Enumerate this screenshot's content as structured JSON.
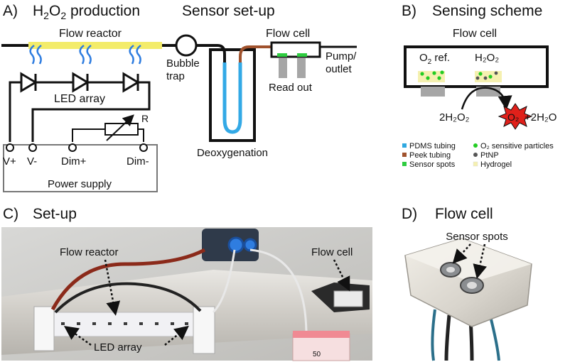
{
  "panels": {
    "a": {
      "letter": "A)",
      "title_prefix": "H",
      "title_sub1": "2",
      "title_mid": "O",
      "title_sub2": "2",
      "title_suffix": " production"
    },
    "sensor": {
      "title": "Sensor set-up"
    },
    "b": {
      "letter": "B)",
      "title": "Sensing scheme"
    },
    "c": {
      "letter": "C)",
      "title": "Set-up"
    },
    "d": {
      "letter": "D)",
      "title": "Flow cell"
    }
  },
  "labels_a": {
    "flow_reactor": "Flow reactor",
    "led_array": "LED array",
    "bubble_trap_1": "Bubble",
    "bubble_trap_2": "trap",
    "flow_cell": "Flow cell",
    "pump_1": "Pump/",
    "pump_2": "outlet",
    "read_out": "Read out",
    "deoxygenation": "Deoxygenation",
    "r": "R",
    "v_plus": "V+",
    "v_minus": "V-",
    "dim_plus": "Dim+",
    "dim_minus": "Dim-",
    "power_supply": "Power supply"
  },
  "labels_b": {
    "flow_cell": "Flow cell",
    "o2_ref_1": "O",
    "o2_ref_sub": "2",
    "o2_ref_2": " ref.",
    "h2o2": "H₂O₂",
    "reaction_left": "2H₂O₂",
    "reaction_o2": "O₂",
    "reaction_right": "+2H₂O"
  },
  "legend": [
    {
      "label": "PDMS tubing",
      "color": "#2fa8e0",
      "shape": "square"
    },
    {
      "label": "Peek tubing",
      "color": "#a0522d",
      "shape": "square"
    },
    {
      "label": "Sensor spots",
      "color": "#2ecc40",
      "shape": "square"
    },
    {
      "label": "O₂ sensitive particles",
      "color": "#22cc22",
      "shape": "dot"
    },
    {
      "label": "PtNP",
      "color": "#555555",
      "shape": "dot"
    },
    {
      "label": "Hydrogel",
      "color": "#f5f0b0",
      "shape": "square"
    }
  ],
  "labels_c": {
    "flow_reactor": "Flow reactor",
    "flow_cell": "Flow cell",
    "led_array": "LED array",
    "beaker_mark": "50"
  },
  "labels_d": {
    "sensor_spots": "Sensor spots"
  },
  "colors": {
    "reactor_yellow": "#f3ec6a",
    "light_blue": "#2f7de0",
    "pdms_blue": "#33a9e6",
    "peek_brown": "#a0522d",
    "sensor_green": "#2ecc40",
    "hydrogel": "#f5f0b0",
    "readout_grey": "#a6a6a6",
    "star_red": "#e0201a"
  }
}
